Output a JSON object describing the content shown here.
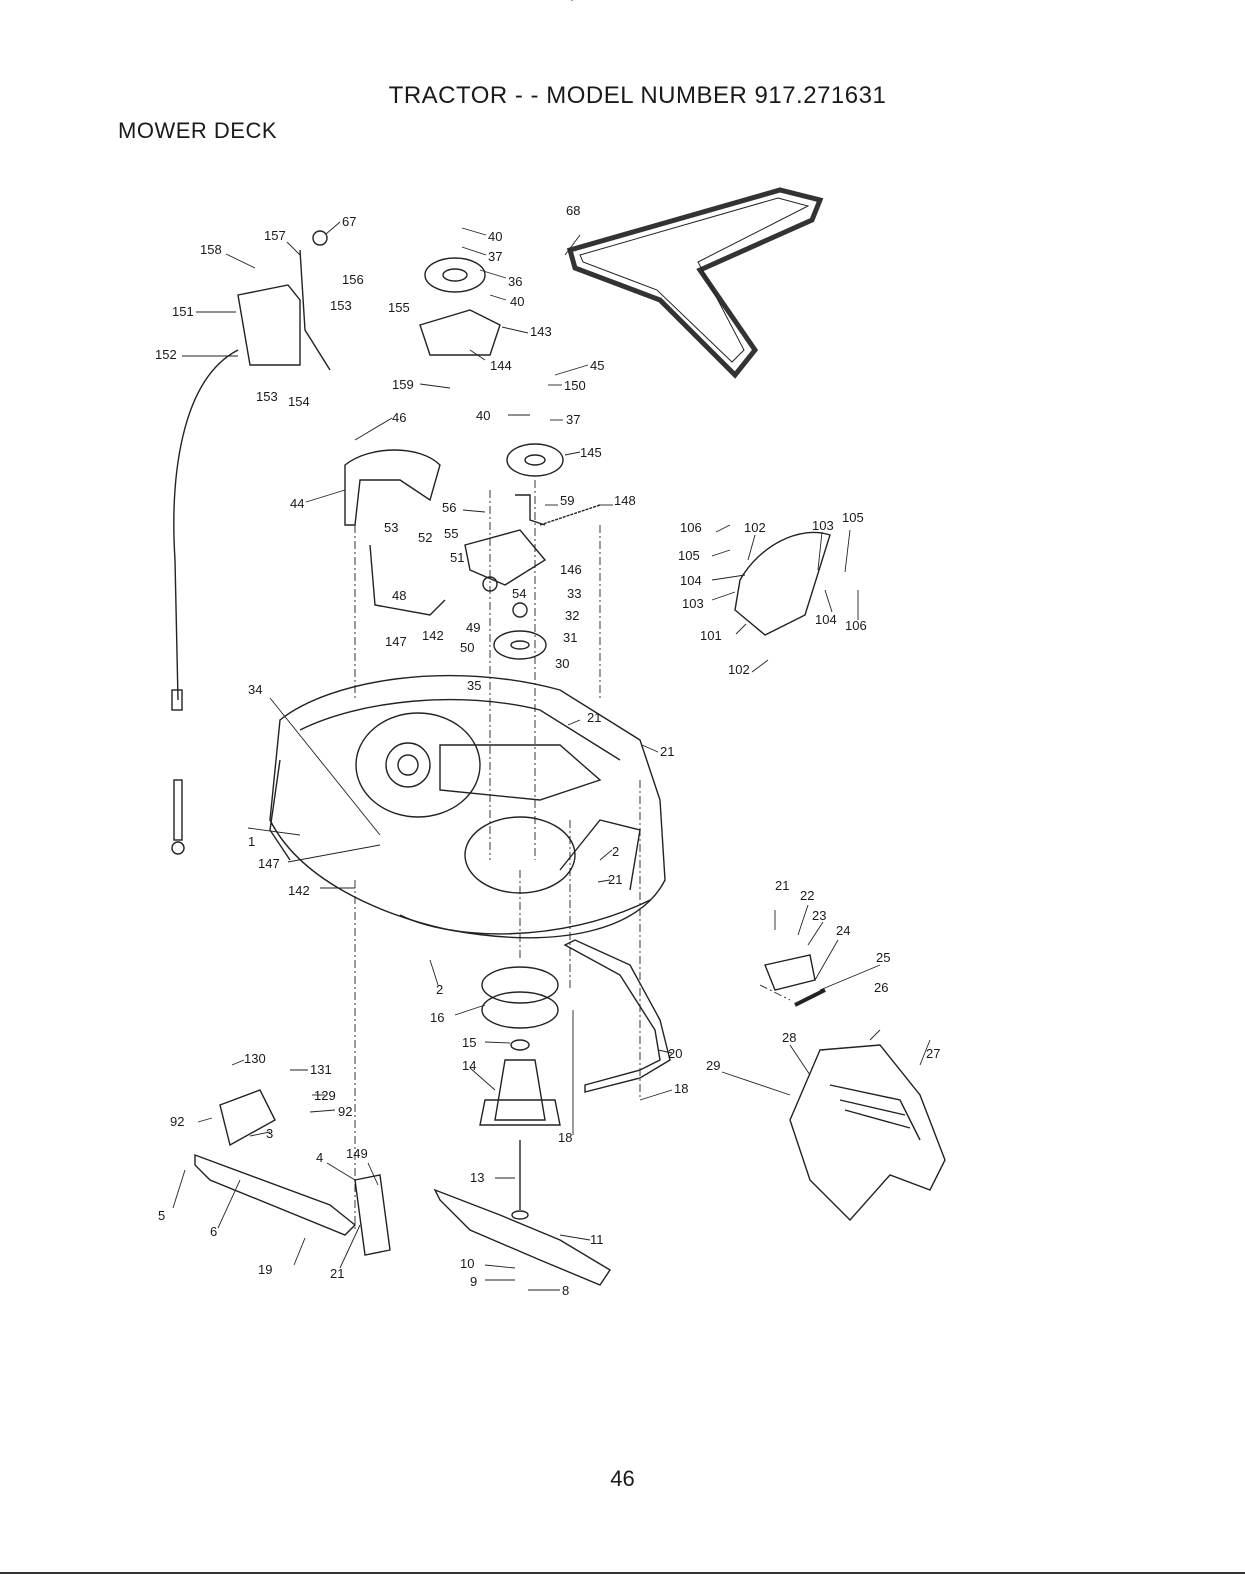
{
  "header": {
    "title": "TRACTOR - - MODEL NUMBER 917.271631",
    "section": "MOWER DECK"
  },
  "footer": {
    "page_number": "46"
  },
  "callouts": [
    "157",
    "67",
    "158",
    "40",
    "37",
    "156",
    "36",
    "153",
    "155",
    "40",
    "151",
    "143",
    "152",
    "144",
    "45",
    "153",
    "154",
    "159",
    "150",
    "46",
    "40",
    "37",
    "68",
    "145",
    "44",
    "56",
    "59",
    "148",
    "53",
    "52",
    "55",
    "51",
    "146",
    "54",
    "33",
    "48",
    "49",
    "32",
    "147",
    "142",
    "50",
    "31",
    "30",
    "35",
    "21",
    "34",
    "21",
    "1",
    "147",
    "2",
    "21",
    "142",
    "2",
    "16",
    "15",
    "20",
    "14",
    "18",
    "130",
    "131",
    "129",
    "92",
    "92",
    "3",
    "18",
    "4",
    "149",
    "13",
    "5",
    "6",
    "11",
    "19",
    "21",
    "10",
    "9",
    "8",
    "106",
    "102",
    "103",
    "105",
    "105",
    "104",
    "103",
    "104",
    "106",
    "101",
    "102",
    "21",
    "22",
    "23",
    "24",
    "25",
    "26",
    "28",
    "27",
    "29"
  ]
}
